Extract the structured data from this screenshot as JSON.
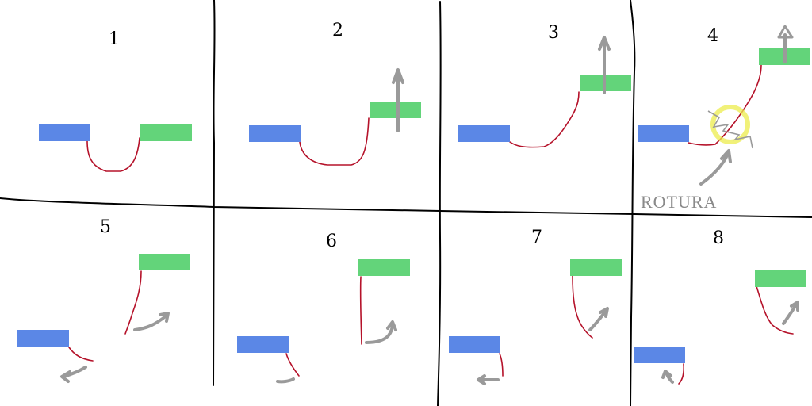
{
  "diagram": {
    "panels": [
      {
        "number": "1"
      },
      {
        "number": "2"
      },
      {
        "number": "3"
      },
      {
        "number": "4"
      },
      {
        "number": "5"
      },
      {
        "number": "6"
      },
      {
        "number": "7"
      },
      {
        "number": "8"
      }
    ],
    "annotation": {
      "label": "ROTURA"
    }
  },
  "colors": {
    "background": "#ffffff",
    "grid_line": "#000000",
    "blue_block": "#5b87e6",
    "green_block": "#63d47a",
    "rope": "#b5122a",
    "arrow": "#9a9a9a",
    "break_highlight": "#ecec4c",
    "label_text": "#8a8a8a"
  }
}
